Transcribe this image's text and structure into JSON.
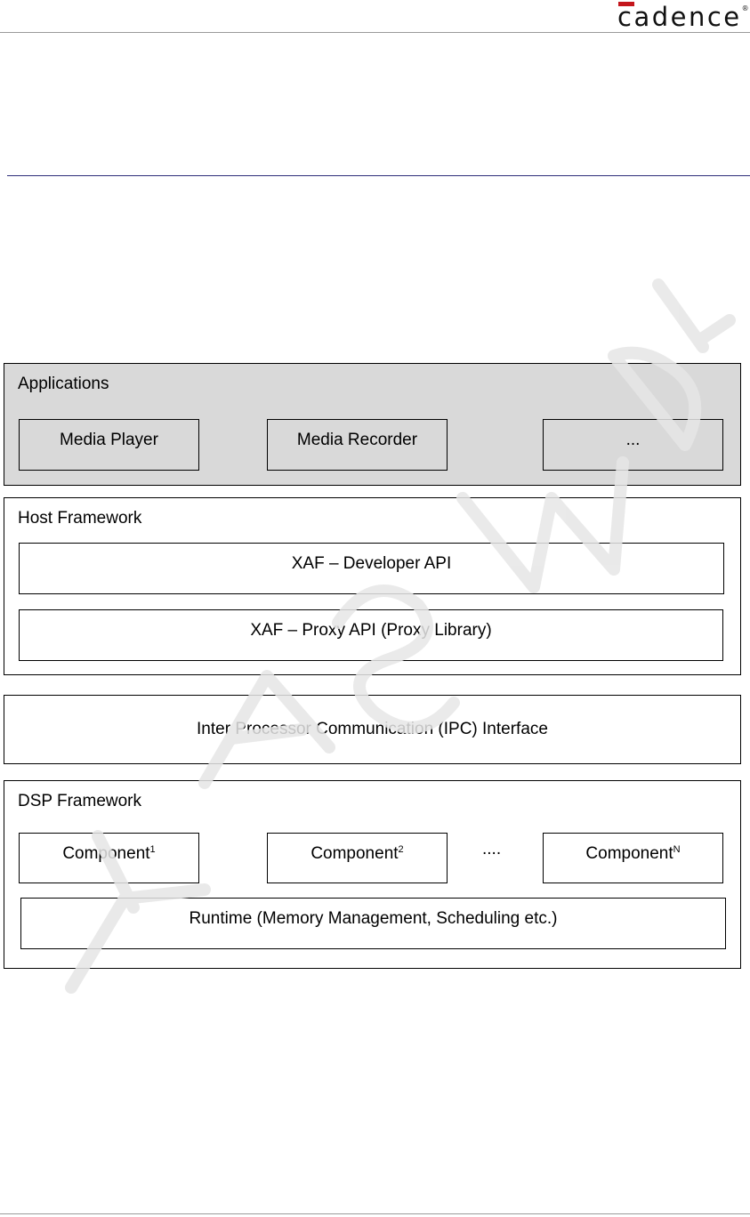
{
  "header": {
    "logo_text": "cadence",
    "logo_reg": "®",
    "brand_color": "#c4161c"
  },
  "diagram": {
    "applications": {
      "title": "Applications",
      "items": [
        "Media Player",
        "Media Recorder",
        "..."
      ]
    },
    "host_framework": {
      "title": "Host Framework",
      "developer_api": "XAF – Developer API",
      "proxy_api": "XAF – Proxy API (Proxy Library)"
    },
    "ipc": {
      "label": "Inter Processor Communication (IPC) Interface"
    },
    "dsp_framework": {
      "title": "DSP Framework",
      "components": [
        {
          "label": "Component",
          "sub": "1"
        },
        {
          "label": "Component",
          "sub": "2"
        },
        {
          "label": "Component",
          "sub": "N"
        }
      ],
      "component_ellipsis": "....",
      "runtime": "Runtime (Memory Management, Scheduling etc.)"
    }
  },
  "colors": {
    "applications_fill": "#d9d9d9",
    "title_rule": "#2e2e7a"
  }
}
